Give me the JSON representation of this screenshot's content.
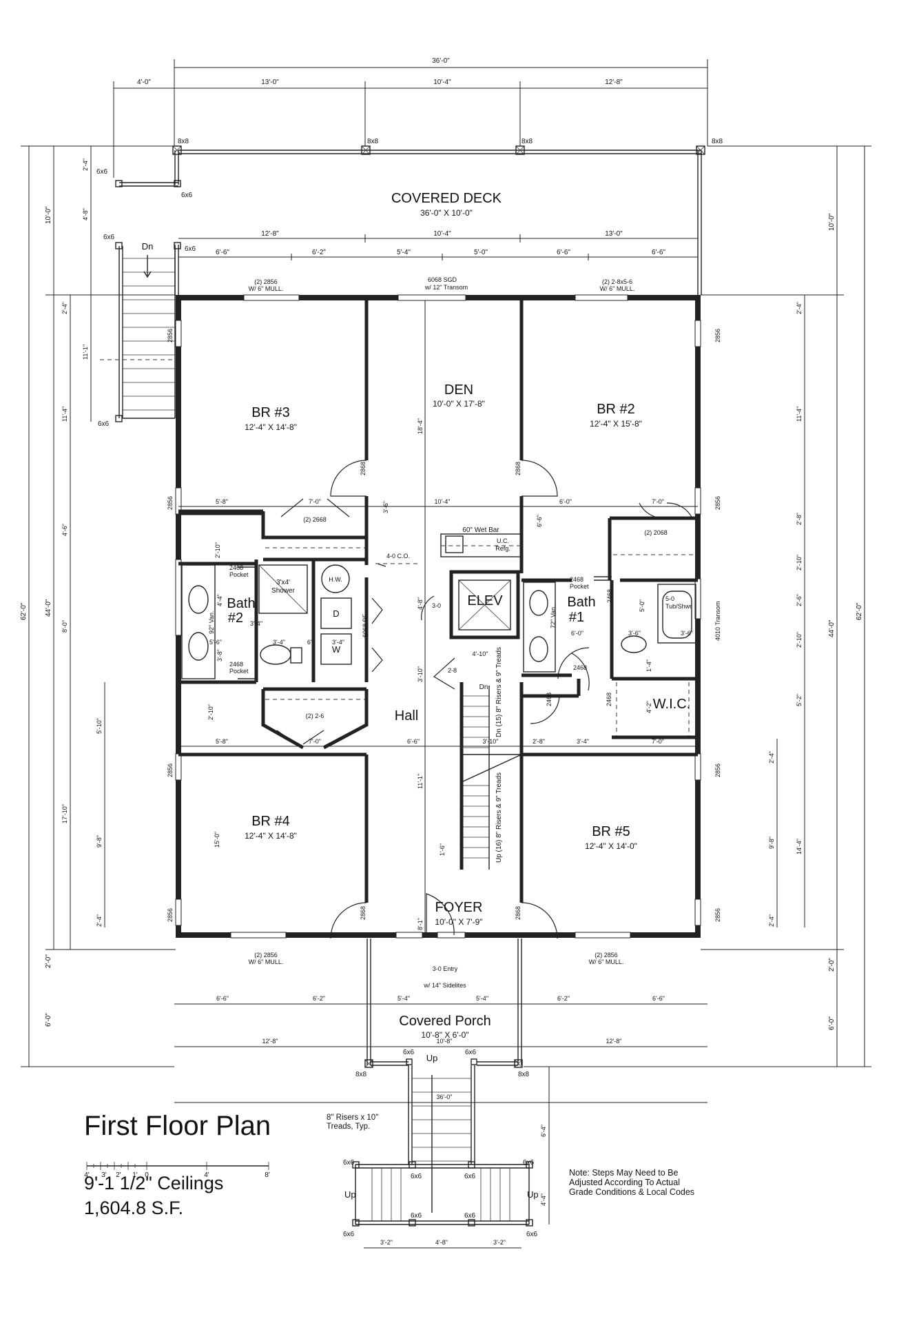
{
  "titles": {
    "plan_title": "First Floor Plan",
    "ceilings": "9'-1 1/2\" Ceilings",
    "area": "1,604.8 S.F.",
    "stair_note": "8\" Risers x 10\" Treads, Typ.",
    "grade_note": "Note: Steps May Need to Be Adjusted According To Actual Grade Conditions & Local Codes"
  },
  "scale_bar": {
    "labels": [
      "4'",
      "3'",
      "2'",
      "1'",
      "0",
      "4'",
      "8'"
    ]
  },
  "rooms": {
    "deck_name": "COVERED DECK",
    "deck_size": "36'-0\" X 10'-0\"",
    "br3_name": "BR #3",
    "br3_size": "12'-4\" X 14'-8\"",
    "den_name": "DEN",
    "den_size": "10'-0\" X 17'-8\"",
    "br2_name": "BR #2",
    "br2_size": "12'-4\" X 15'-8\"",
    "bath2_name_a": "Bath",
    "bath2_name_b": "#2",
    "elev_name": "ELEV",
    "bath1_name_a": "Bath",
    "bath1_name_b": "#1",
    "wic_name": "W.I.C.",
    "hall_name": "Hall",
    "br4_name": "BR #4",
    "br4_size": "12'-4\" X 14'-8\"",
    "br5_name": "BR #5",
    "br5_size": "12'-4\" X 14'-0\"",
    "foyer_name": "FOYER",
    "foyer_size": "10'-0\" X 7'-9\"",
    "porch_name": "Covered Porch",
    "porch_size": "10'-8\" X 6'-0\""
  },
  "fixtures": {
    "shower_a": "3'x4'",
    "shower_b": "Shower",
    "hw": "H.W.",
    "dryer": "D",
    "washer": "W",
    "wetbar": "60\" Wet Bar",
    "refg_a": "U.C.",
    "refg_b": "Refg.",
    "tub_a": "5-0",
    "tub_b": "Tub/Shwr",
    "van92": "92\" Van.",
    "van72": "72\" Van.",
    "co": "4-0 C.O.",
    "bf": "6068 BF",
    "transom": "4010 Transom",
    "entry": "3-0 Entry",
    "sidelites": "w/ 14\" Sidelites",
    "sgd_a": "6068 SGD",
    "sgd_b": "w/ 12\" Transom",
    "win_2856_mull": "(2) 2856",
    "win_mull": "W/ 6\" MULL.",
    "win_2_8x56": "(2) 2-8x5-6",
    "pocket_a": "2468",
    "pocket_b": "Pocket",
    "closet_2668": "(2) 2668",
    "closet_2068": "(2) 2068",
    "closet_26": "(2) 2-6",
    "d2868": "2868",
    "d2856": "2856",
    "d2468": "2468",
    "d30": "3-0",
    "d28": "2-8",
    "stairs_dn": "Dn (15) 8\" Risers & 9\" Treads",
    "stairs_up": "Up (16) 8\" Risers & 9\" Treads",
    "dn": "Dn",
    "up": "Up"
  },
  "posts": {
    "p8x8": "8x8",
    "p6x6": "6x6"
  },
  "dims": {
    "overall": "36'-0\"",
    "d4_0": "4'-0\"",
    "d13_0": "13'-0\"",
    "d10_4": "10'-4\"",
    "d12_8": "12'-8\"",
    "d6_6": "6'-6\"",
    "d6_2": "6'-2\"",
    "d5_4": "5'-4\"",
    "d5_0": "5'-0\"",
    "d10_0": "10'-0\"",
    "d62_0": "62'-0\"",
    "d44_0": "44'-0\"",
    "d6_0": "6'-0\"",
    "d2_0": "2'-0\"",
    "d2_4": "2'-4\"",
    "d4_8": "4'-8\"",
    "d11_1": "11'-1\"",
    "d11_4": "11'-4\"",
    "d4_6": "4'-6\"",
    "d8_0": "8'-0\"",
    "d17_10": "17'-10\"",
    "d5_10": "5'-10\"",
    "d9_8": "9'-8\"",
    "d2_8": "2'-8\"",
    "d2_10": "2'-10\"",
    "d2_6": "2'-6\"",
    "d5_2": "5'-2\"",
    "d14_4": "14'-4\"",
    "d18_4": "18'-4\"",
    "d3_6": "3'-6\"",
    "d5_8": "5'-8\"",
    "d7_0": "7'-0\"",
    "d6_6b": "6'-6\"",
    "d3_4": "3'-4\"",
    "d5_6": "5'-6\"",
    "d3_8": "3'-8\"",
    "d4_4": "4'-4\"",
    "d4_10": "4'-10\"",
    "d3_10": "3'-10\"",
    "d11_1b": "11'-1\"",
    "d1_6": "1'-6\"",
    "d15_0": "15'-0\"",
    "d8_1": "8'-1\"",
    "d5_0b": "5'-0\"",
    "d1_4": "1'-4\"",
    "d4_2": "4'-2\"",
    "d6_4": "6'-4\"",
    "d4_4b": "4'-4\"",
    "d3_2": "3'-2\"",
    "d4_8b": "4'-8\"",
    "d6in": "6\""
  }
}
